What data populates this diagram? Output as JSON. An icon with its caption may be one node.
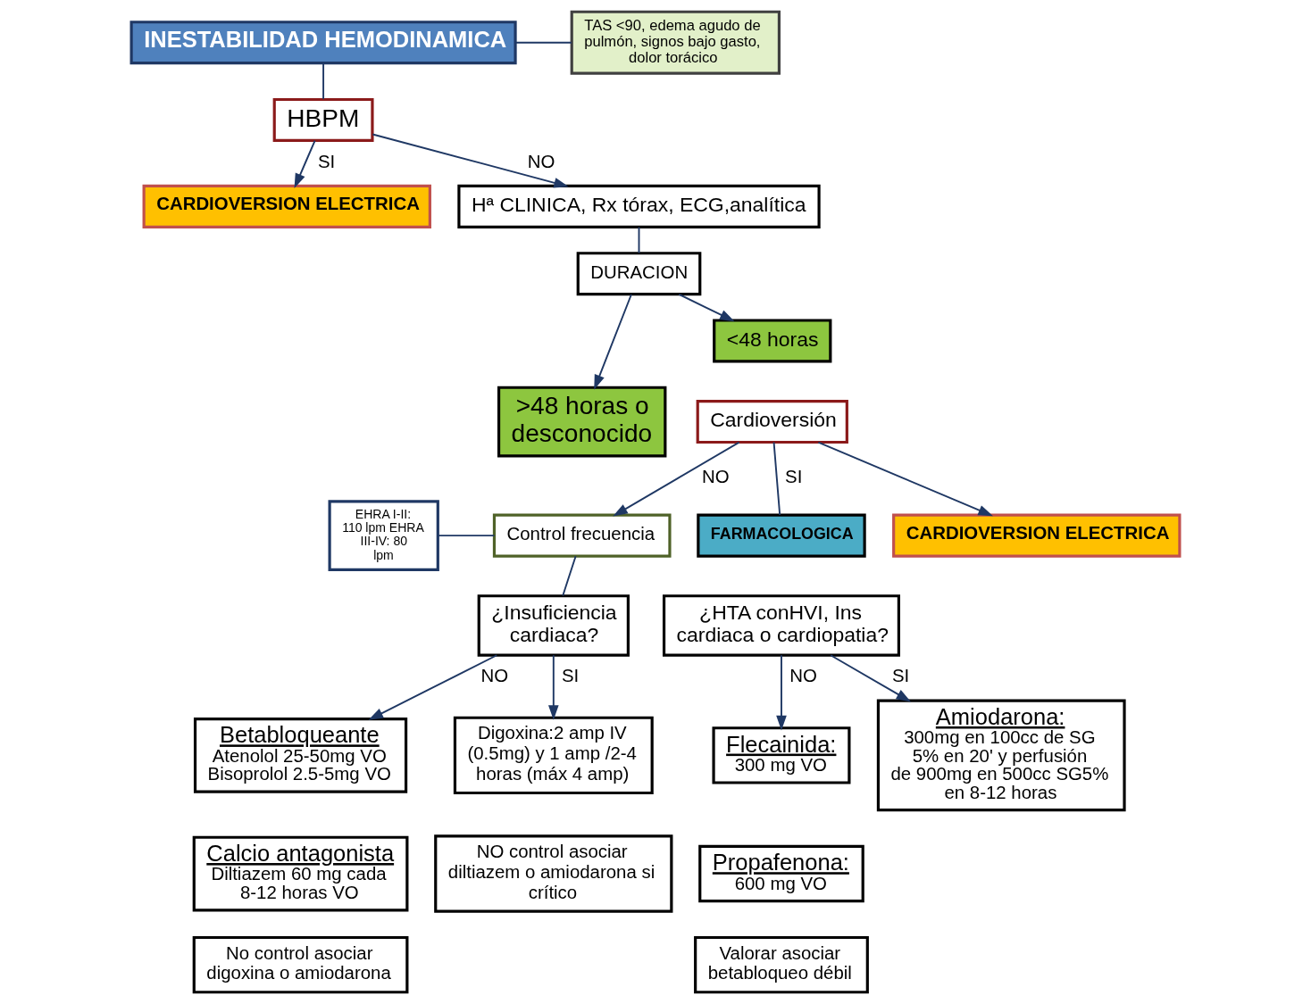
{
  "diagram": {
    "nodes": [
      {
        "text": [
          "INESTABILIDAD HEMODINAMICA"
        ]
      },
      {
        "text": [
          "TAS <90, edema agudo de pulmón, signos bajo gasto, dolor torácico"
        ]
      },
      {
        "text": [
          "HBPM"
        ]
      },
      {
        "text": [
          "CARDIOVERSION ELECTRICA"
        ]
      },
      {
        "text": [
          "Hª CLINICA, Rx tórax, ECG,analítica"
        ]
      },
      {
        "text": [
          "EHRA I-II: 110 lpm EHRA III-IV: 80 lpm"
        ]
      },
      {
        "text": [
          ">48 horas o desconocido"
        ]
      },
      {
        "text": [
          "Control frecuencia"
        ]
      },
      {
        "text": [
          "DURACION"
        ]
      },
      {
        "text": [
          "<48 horas"
        ]
      },
      {
        "text": [
          "Cardioversión"
        ]
      },
      {
        "text": [
          "¿Insuficiencia cardiaca?"
        ]
      },
      {
        "text": [
          "CARDIOVERSION ELECTRICA"
        ]
      },
      {
        "text": [
          "FARMACOLOGICA"
        ]
      },
      {
        "text": [
          "¿HTA conHVI, Ins cardiaca o cardiopatia?"
        ]
      },
      {
        "text": [
          "Betabloqueante",
          "Atenolol 25-50mg VO Bisoprolol 2.5-5mg VO"
        ]
      },
      {
        "text": [
          "Calcio antagonista",
          "Diltiazem 60 mg cada 8-12 horas VO"
        ]
      },
      {
        "text": [
          "No control asociar digoxina o amiodarona"
        ]
      },
      {
        "text": [
          "Digoxina:2 amp IV (0.5mg) y 1 amp /2-4 horas (máx 4 amp)"
        ]
      },
      {
        "text": [
          "NO control asociar diltiazem o amiodarona si crítico"
        ]
      },
      {
        "text": [
          "Flecainida:",
          "300 mg VO"
        ]
      },
      {
        "text": [
          "Propafenona:",
          "600 mg VO"
        ]
      },
      {
        "text": [
          "Valorar asociar betabloqueo débil"
        ]
      },
      {
        "text": [
          "Amiodarona:",
          "300mg en 100cc de SG 5% en 20' y perfusión de 900mg en 500cc SG5% en 8-12 horas"
        ]
      }
    ],
    "edges": [
      {
        "from": 0,
        "to": 1,
        "arrow": "none"
      },
      {
        "from": 0,
        "to": 2,
        "arrow": "none"
      },
      {
        "from": 2,
        "to": 3,
        "arrow": "to",
        "label": "SI"
      },
      {
        "from": 2,
        "to": 4,
        "arrow": "to",
        "label": "NO"
      },
      {
        "from": 4,
        "to": 8,
        "arrow": "none"
      },
      {
        "from": 8,
        "to": 6,
        "arrow": "to"
      },
      {
        "from": 8,
        "to": 9,
        "arrow": "to"
      },
      {
        "from": 5,
        "to": 7,
        "arrow": "none"
      },
      {
        "from": 10,
        "to": 7,
        "arrow": "to",
        "label": "NO"
      },
      {
        "from": 10,
        "to": 12,
        "arrow": "to"
      },
      {
        "from": 10,
        "to": 13,
        "arrow": "none",
        "label": "SI"
      },
      {
        "from": 7,
        "to": 11,
        "arrow": "none"
      },
      {
        "from": 11,
        "to": 15,
        "arrow": "to",
        "label": "NO"
      },
      {
        "from": 11,
        "to": 18,
        "arrow": "to",
        "label": "SI"
      },
      {
        "from": 14,
        "to": 20,
        "arrow": "to",
        "label": "NO"
      },
      {
        "from": 14,
        "to": 23,
        "arrow": "to",
        "label": "SI"
      }
    ]
  }
}
